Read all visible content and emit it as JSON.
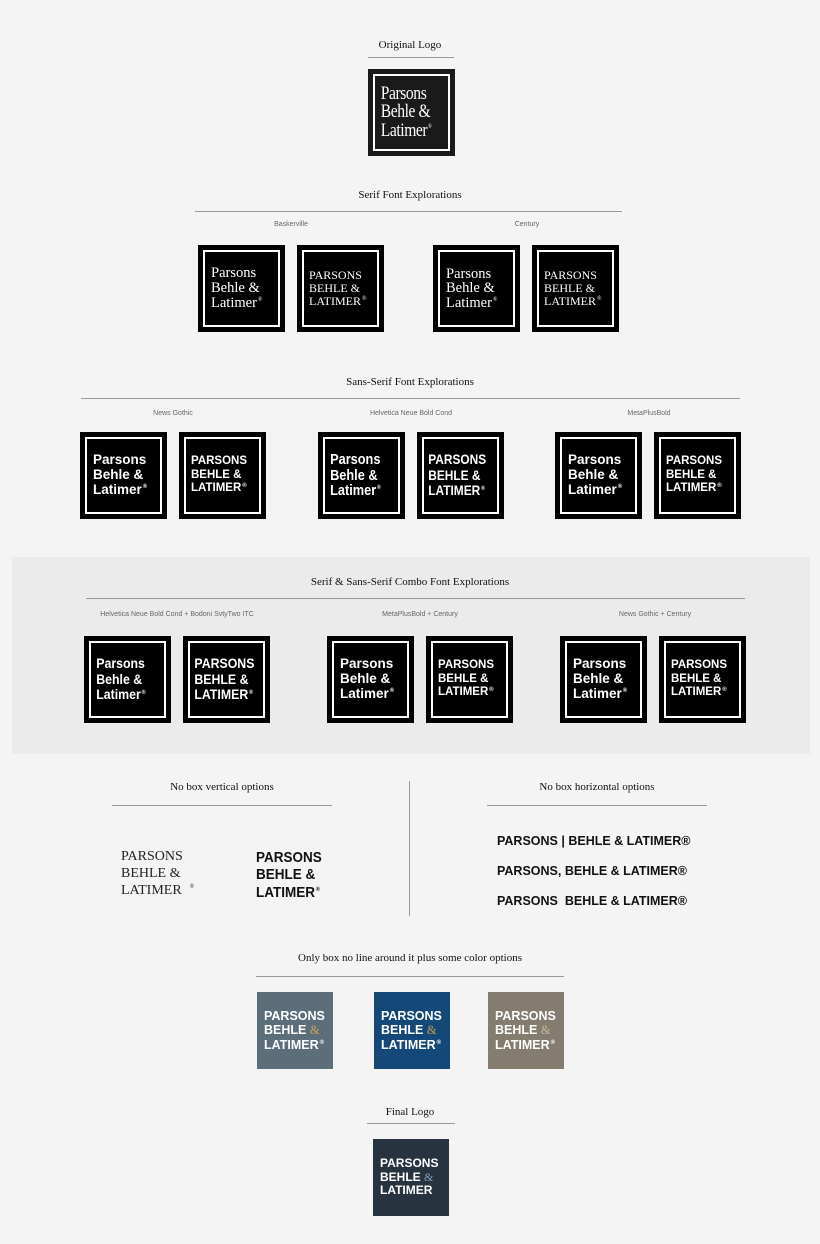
{
  "sections": {
    "original": "Original Logo",
    "serif": "Serif Font Explorations",
    "sans": "Sans-Serif Font Explorations",
    "combo": "Serif & Sans-Serif Combo Font Explorations",
    "nobox_vertical": "No box vertical options",
    "nobox_horizontal": "No box horizontal options",
    "color": "Only box no line around it plus some color options",
    "final": "Final Logo"
  },
  "font_labels": {
    "baskerville": "Baskerville",
    "century": "Century",
    "news_gothic": "News Gothic",
    "helvetica": "Helvetica Neue Bold Cond",
    "metaplus": "MetaPlusBold",
    "combo1": "Helvetica Neue Bold Cond + Bodoni SvtyTwo ITC",
    "combo2": "MetaPlusBold + Century",
    "combo3": "News Gothic + Century"
  },
  "logo_text": {
    "mixed": [
      "Parsons",
      "Behle &",
      "Latimer"
    ],
    "upper": [
      "PARSONS",
      "BEHLE &",
      "LATIMER"
    ],
    "mark": "®"
  },
  "horizontal_options": [
    "PARSONS | BEHLE & LATIMER®",
    "PARSONS, BEHLE & LATIMER®",
    "PARSONS  BEHLE & LATIMER®"
  ],
  "color_options": [
    "#5d6e7b",
    "#134878",
    "#847c6e"
  ],
  "final_color": "#27343f",
  "accent_amp_color": "#c9a24a"
}
